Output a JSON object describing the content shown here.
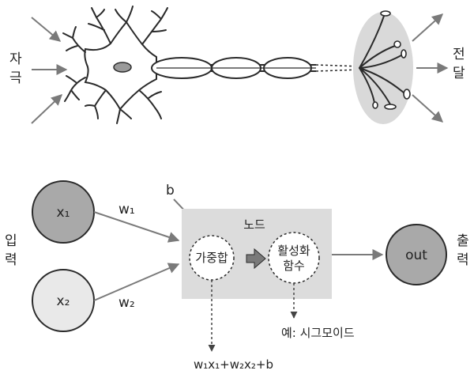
{
  "neuron": {
    "input_label": [
      "자",
      "극"
    ],
    "output_label": [
      "전",
      "달"
    ]
  },
  "network": {
    "input_side_label": [
      "입",
      "력"
    ],
    "output_side_label": [
      "출",
      "력"
    ],
    "x1": "x₁",
    "x2": "x₂",
    "w1": "w₁",
    "w2": "w₂",
    "bias": "b",
    "node_title": "노드",
    "weighted_sum": "가중합",
    "activation_line1": "활성화",
    "activation_line2": "함수",
    "activation_example": "예: 시그모이드",
    "formula": "w₁x₁+w₂x₂+b",
    "output_node": "out"
  },
  "colors": {
    "dark_node": "#a9a9a9",
    "light_node": "#e9e9e9",
    "node_box": "#dcdcdc",
    "arrow": "#7a7a7a",
    "stroke": "#2a2a2a"
  }
}
